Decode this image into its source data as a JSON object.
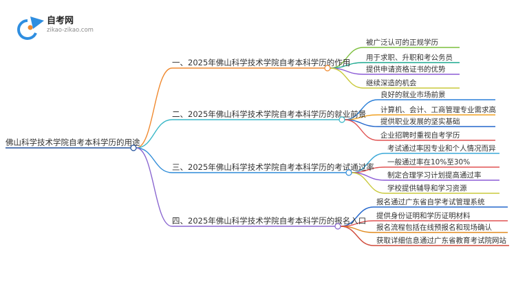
{
  "logo": {
    "name": "自考网",
    "url_text": "zikao-zikao.com"
  },
  "root": {
    "label": "佛山科学技术学院自考本科学历的用途",
    "color": "#1f4e9c"
  },
  "branches": [
    {
      "label": "一、2025年佛山科学技术学院自考本科学历的作用",
      "color": "#f0892e",
      "leaves": [
        {
          "label": "被广泛认可的正规学历",
          "color": "#7cbf3b"
        },
        {
          "label": "用于求职、升职和考公务员",
          "color": "#1aa88f"
        },
        {
          "label": "提供申请资格证书的优势",
          "color": "#8b5bd6"
        },
        {
          "label": "继续深造的机会",
          "color": "#c9c93a"
        }
      ]
    },
    {
      "label": "二、2025年佛山科学技术学院自考本科学历的就业前景",
      "color": "#39b7c7",
      "leaves": [
        {
          "label": "良好的就业市场前景",
          "color": "#2a7fd8"
        },
        {
          "label": "计算机、会计、工商管理专业需求高",
          "color": "#f0a020"
        },
        {
          "label": "提供职业发展的坚实基础",
          "color": "#2266cc"
        },
        {
          "label": "企业招聘时重视自考学历",
          "color": "#e05050"
        }
      ]
    },
    {
      "label": "三、2025年佛山科学技术学院自考本科学历的考试通过率",
      "color": "#2f8cd8",
      "leaves": [
        {
          "label": "考试通过率因专业和个人情况而异",
          "color": "#3aa8d8"
        },
        {
          "label": "一般通过率在10%至30%",
          "color": "#e05050"
        },
        {
          "label": "制定合理学习计划提高通过率",
          "color": "#8b5bd6"
        },
        {
          "label": "学校提供辅导和学习资源",
          "color": "#c9c93a"
        }
      ]
    },
    {
      "label": "四、2025年佛山科学技术学院自考本科学历的报名入口",
      "color": "#8a66d0",
      "leaves": [
        {
          "label": "报名通过广东省自学考试管理系统",
          "color": "#2266cc"
        },
        {
          "label": "提供身份证明和学历证明材料",
          "color": "#e05050"
        },
        {
          "label": "报名流程包括在线预报名和现场确认",
          "color": "#e08a1e"
        },
        {
          "label": "获取详细信息通过广东省教育考试院网站",
          "color": "#d04a3a"
        }
      ]
    }
  ]
}
